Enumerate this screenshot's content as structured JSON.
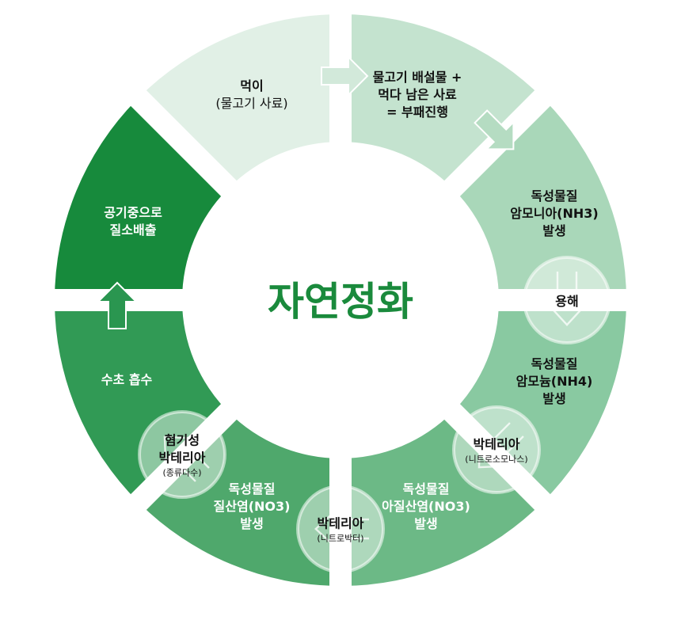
{
  "title": "자연정화",
  "colors": {
    "title": "#1a8a3c",
    "gap": "#ffffff",
    "circle_fill": "#ffffff",
    "arrow_stroke": "#ffffff"
  },
  "segments": [
    {
      "id": "feed",
      "color": "#e1f0e6",
      "text_color": "#111111",
      "lines": [
        {
          "text": "먹이",
          "bold": true
        },
        {
          "text": "(물고기 사료)",
          "bold": false
        }
      ]
    },
    {
      "id": "decay",
      "color": "#c4e3cf",
      "text_color": "#111111",
      "lines": [
        {
          "text": "물고기 배설물 +",
          "bold": true
        },
        {
          "text": "먹다 남은 사료",
          "bold": true
        },
        {
          "text": "= 부패진행",
          "bold": true
        }
      ]
    },
    {
      "id": "ammonia",
      "color": "#a9d7b9",
      "text_color": "#111111",
      "lines": [
        {
          "text": "독성물질",
          "bold": true
        },
        {
          "text": "암모니아(NH3)",
          "bold": true
        },
        {
          "text": "발생",
          "bold": true
        }
      ]
    },
    {
      "id": "ammonium",
      "color": "#89c9a1",
      "text_color": "#111111",
      "lines": [
        {
          "text": "독성물질",
          "bold": true
        },
        {
          "text": "암모늄(NH4)",
          "bold": true
        },
        {
          "text": "발생",
          "bold": true
        }
      ]
    },
    {
      "id": "nitrite",
      "color": "#6cb986",
      "text_color": "#ffffff",
      "lines": [
        {
          "text": "독성물질",
          "bold": true
        },
        {
          "text": "아질산염(NO3)",
          "bold": true
        },
        {
          "text": "발생",
          "bold": true
        }
      ]
    },
    {
      "id": "nitrate",
      "color": "#4fa86c",
      "text_color": "#ffffff",
      "lines": [
        {
          "text": "독성물질",
          "bold": true
        },
        {
          "text": "질산염(NO3)",
          "bold": true
        },
        {
          "text": "발생",
          "bold": true
        }
      ]
    },
    {
      "id": "plant-absorb",
      "color": "#319a55",
      "text_color": "#ffffff",
      "lines": [
        {
          "text": "수초 흡수",
          "bold": true
        }
      ]
    },
    {
      "id": "nitrogen-release",
      "color": "#178a3c",
      "text_color": "#ffffff",
      "lines": [
        {
          "text": "공기중으로",
          "bold": true
        },
        {
          "text": "질소배출",
          "bold": true
        }
      ]
    }
  ],
  "connectors": [
    {
      "id": "dissolve",
      "lines": [
        {
          "text": "용해",
          "bold": true
        }
      ]
    },
    {
      "id": "nitrosomonas",
      "lines": [
        {
          "text": "박테리아",
          "bold": true
        },
        {
          "text": "(니트로소모나스)",
          "bold": false
        }
      ]
    },
    {
      "id": "nitrobacter",
      "lines": [
        {
          "text": "박테리아",
          "bold": true
        },
        {
          "text": "(니트로박터)",
          "bold": false
        }
      ]
    },
    {
      "id": "anaerobic",
      "lines": [
        {
          "text": "혐기성",
          "bold": true
        },
        {
          "text": "박테리아",
          "bold": true
        },
        {
          "text": "(종류다수)",
          "bold": false
        }
      ]
    }
  ]
}
